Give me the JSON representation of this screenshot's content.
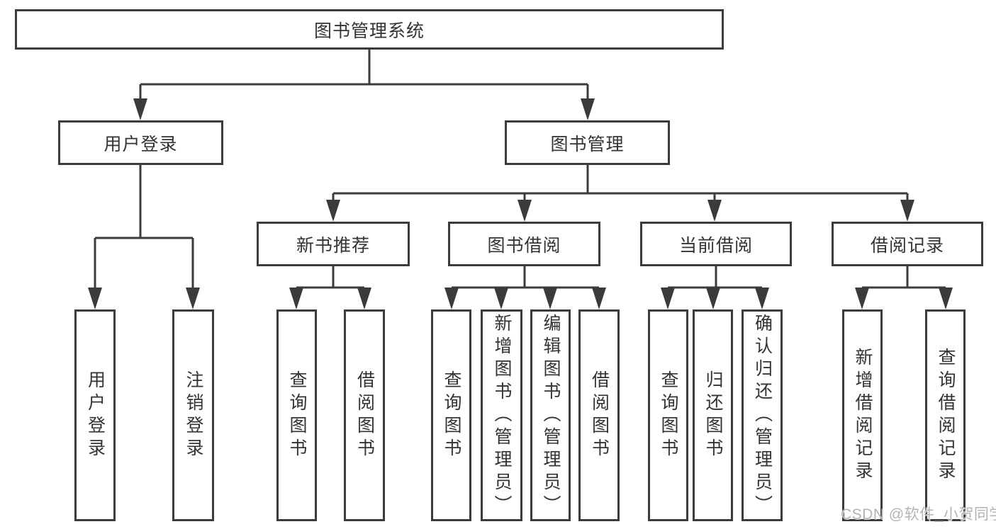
{
  "page": {
    "watermark": "CSDN @软件_小贺同学",
    "colors": {
      "background": "#ffffff",
      "line": "#3b3b3b",
      "box_border": "#3b3b3b",
      "text": "#333333",
      "watermark": "#b3b3b3"
    }
  },
  "tree": {
    "label": "图书管理系统",
    "children": [
      {
        "label": "用户登录",
        "children": [
          {
            "label": "用户登录"
          },
          {
            "label": "注销登录"
          }
        ]
      },
      {
        "label": "图书管理",
        "children": [
          {
            "label": "新书推荐",
            "children": [
              {
                "label": "查询图书"
              },
              {
                "label": "借阅图书"
              }
            ]
          },
          {
            "label": "图书借阅",
            "children": [
              {
                "label": "查询图书"
              },
              {
                "label": "新增图书（管理员）"
              },
              {
                "label": "编辑图书（管理员）"
              },
              {
                "label": "借阅图书"
              }
            ]
          },
          {
            "label": "当前借阅",
            "children": [
              {
                "label": "查询图书"
              },
              {
                "label": "归还图书"
              },
              {
                "label": "确认归还（管理员）"
              }
            ]
          },
          {
            "label": "借阅记录",
            "children": [
              {
                "label": "新增借阅记录"
              },
              {
                "label": "查询借阅记录"
              }
            ]
          }
        ]
      }
    ]
  }
}
